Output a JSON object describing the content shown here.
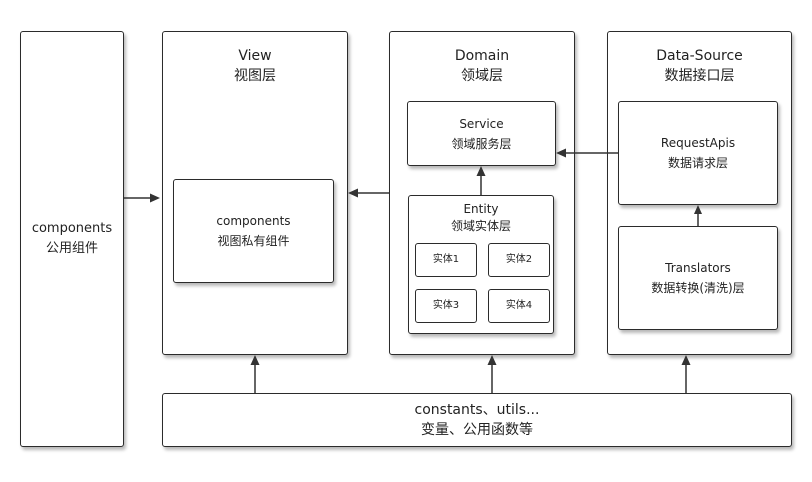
{
  "components_shared": {
    "line1": "components",
    "line2": "公用组件"
  },
  "view": {
    "title": "View",
    "subtitle": "视图层",
    "private": {
      "line1": "components",
      "line2": "视图私有组件"
    }
  },
  "domain": {
    "title": "Domain",
    "subtitle": "领域层",
    "service": {
      "line1": "Service",
      "line2": "领域服务层"
    },
    "entity": {
      "line1": "Entity",
      "line2": "领域实体层",
      "items": [
        "实体1",
        "实体2",
        "实体3",
        "实体4"
      ]
    }
  },
  "data_source": {
    "title": "Data-Source",
    "subtitle": "数据接口层",
    "request": {
      "line1": "RequestApis",
      "line2": "数据请求层"
    },
    "translators": {
      "line1": "Translators",
      "line2": "数据转换(清洗)层"
    }
  },
  "bottom": {
    "line1": "constants、utils...",
    "line2": "变量、公用函数等"
  }
}
